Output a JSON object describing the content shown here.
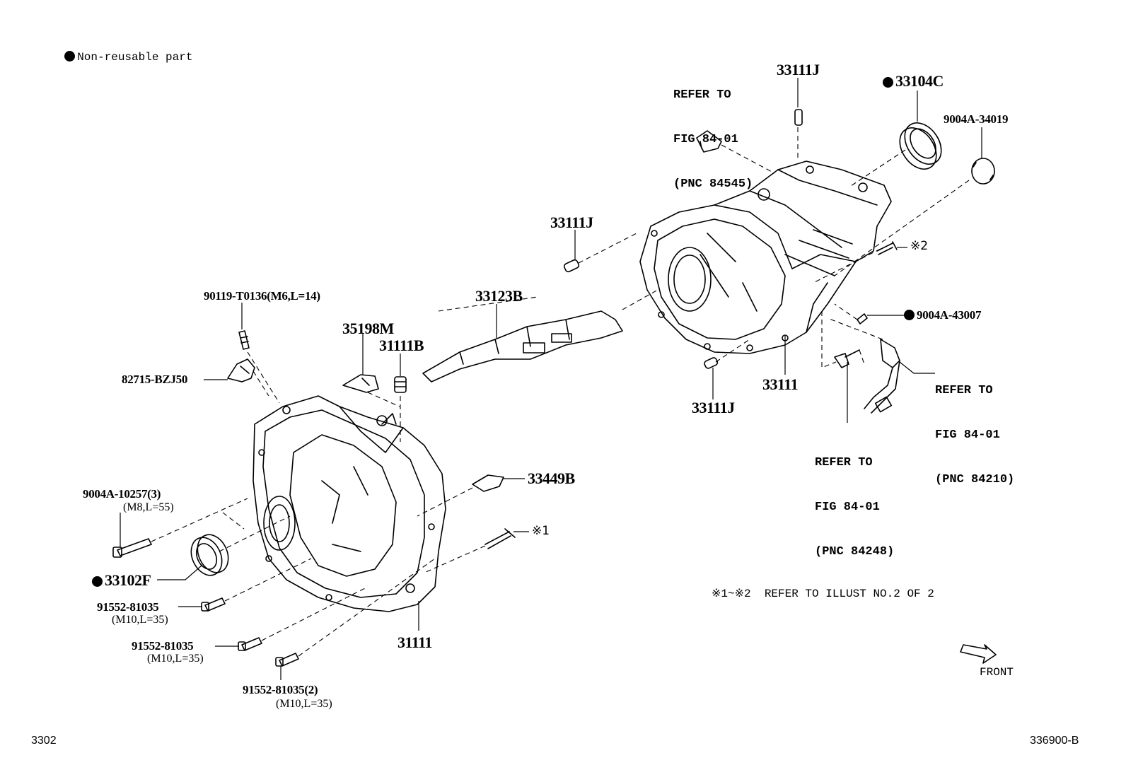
{
  "legend": {
    "symbol": "●",
    "text": "Non-reusable part"
  },
  "parts": {
    "p33111J_top": "33111J",
    "p33104C": "33104C",
    "p9004A_34019": "9004A-34019",
    "p33111J_mid": "33111J",
    "mark2": "※2",
    "p33123B": "33123B",
    "p9004A_43007": "9004A-43007",
    "p90119": "90119-T0136(M6,L=14)",
    "p35198M": "35198M",
    "p31111B": "31111B",
    "p33111_right": "33111",
    "p33111J_low": "33111J",
    "p82715": "82715-BZJ50",
    "p33449B": "33449B",
    "p9004A_10257": "9004A-10257(3)",
    "p9004A_10257_sub": "(M8,L=55)",
    "mark1": "※1",
    "p33102F": "33102F",
    "p91552_a": "91552-81035",
    "p91552_a_sub": "(M10,L=35)",
    "p91552_b": "91552-81035",
    "p91552_b_sub": "(M10,L=35)",
    "p91552_c": "91552-81035(2)",
    "p91552_c_sub": "(M10,L=35)",
    "p31111": "31111"
  },
  "refs": {
    "ref_84545": [
      "REFER TO",
      "FIG 84-01",
      "(PNC 84545)"
    ],
    "ref_84210": [
      "REFER TO",
      "FIG 84-01",
      "(PNC 84210)"
    ],
    "ref_84248": [
      "REFER TO",
      "FIG 84-01",
      "(PNC 84248)"
    ]
  },
  "note_illust": "※1~※2  REFER TO ILLUST NO.2 OF 2",
  "front_label": "FRONT",
  "page_left": "3302",
  "page_right": "336900-B"
}
